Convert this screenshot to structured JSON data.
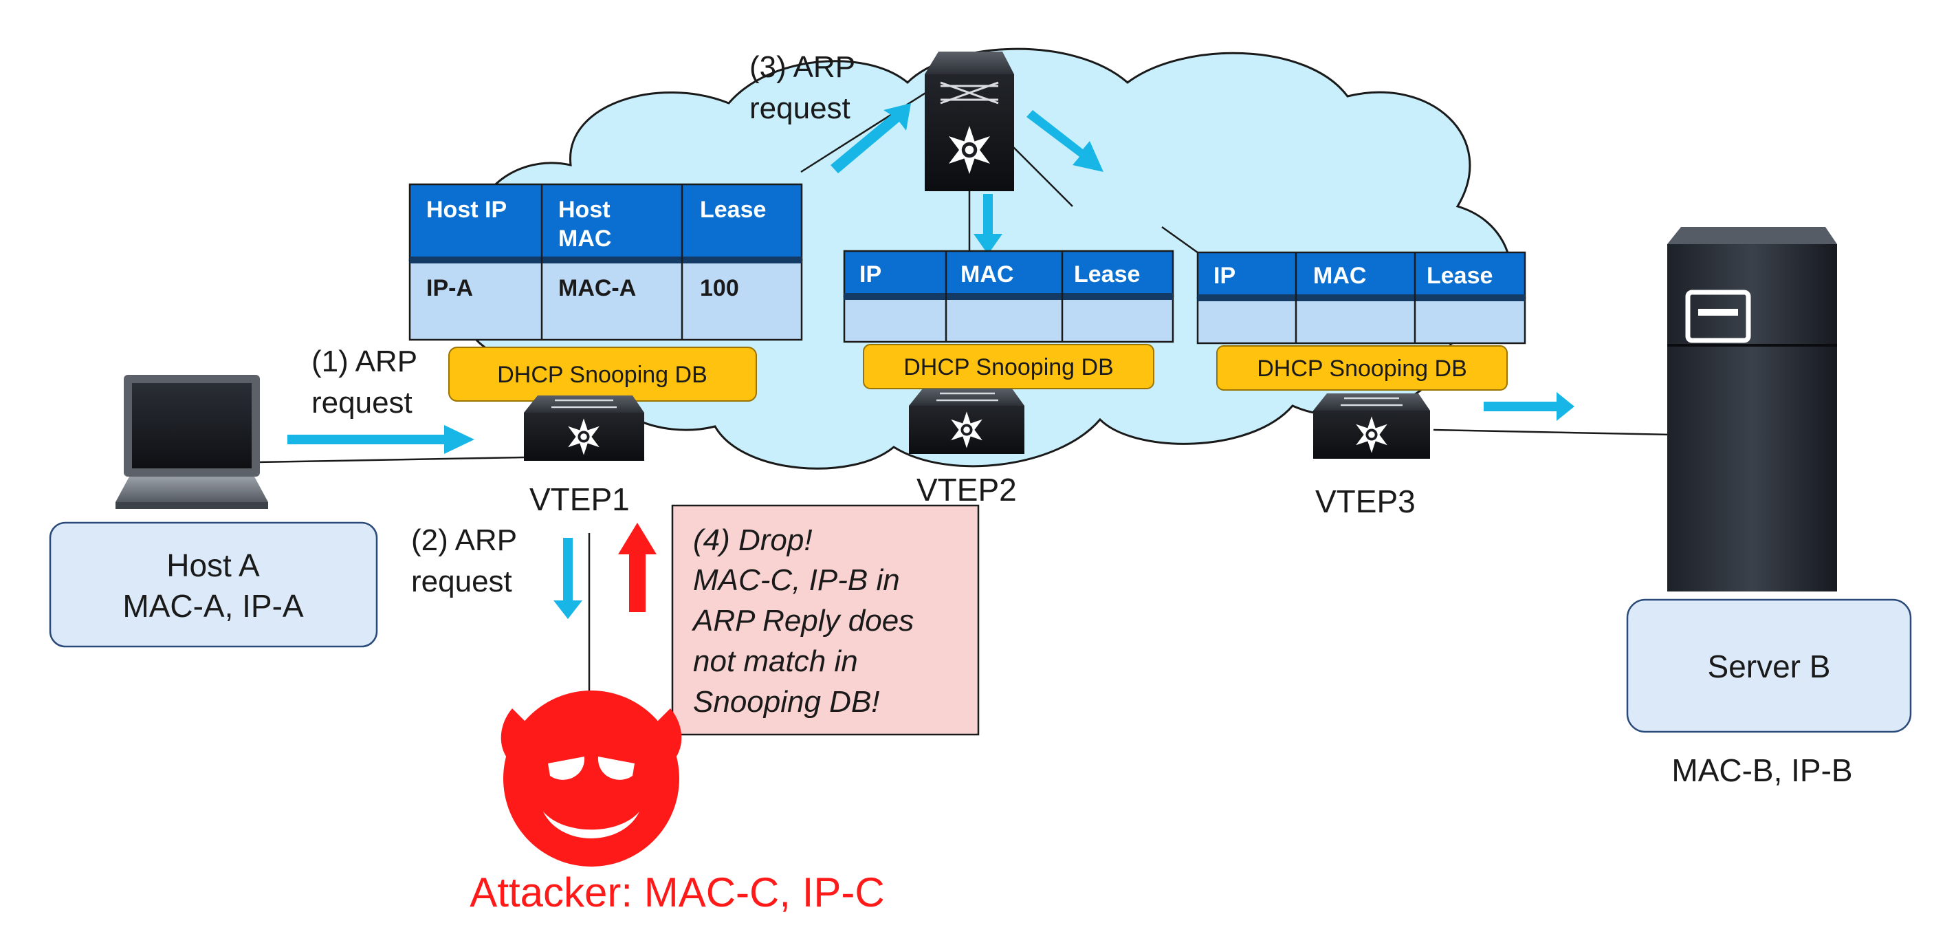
{
  "colors": {
    "cloud_fill": "#c8effb",
    "table_header": "#0a6fd1",
    "table_row": "#bcd9f5",
    "snoop_fill": "#ffc20e",
    "arrow": "#18b6e6",
    "attacker": "#ff1a1a",
    "host_box": "#dbe9f8",
    "drop_box": "#f8d3d1"
  },
  "icons": [
    "laptop-icon",
    "switch-icon",
    "spine-switch-icon",
    "server-icon",
    "devil-icon"
  ],
  "steps": {
    "s1": [
      "(1) ARP",
      "request"
    ],
    "s2": [
      "(2) ARP",
      "request"
    ],
    "s3": [
      "(3) ARP",
      "request"
    ]
  },
  "drop_note": [
    "(4) Drop!",
    "MAC-C, IP-B  in",
    "ARP Reply does",
    "not match in",
    "Snooping DB!"
  ],
  "vtep1": {
    "label": "VTEP1",
    "snoop": "DHCP Snooping DB",
    "table": {
      "h1": "Host IP",
      "h2a": "Host",
      "h2b": "MAC",
      "h3": "Lease",
      "r1": "IP-A",
      "r2": "MAC-A",
      "r3": "100"
    }
  },
  "vtep2": {
    "label": "VTEP2",
    "snoop": "DHCP Snooping DB",
    "table": {
      "h1": "IP",
      "h2": "MAC",
      "h3": "Lease"
    }
  },
  "vtep3": {
    "label": "VTEP3",
    "snoop": "DHCP Snooping DB",
    "table": {
      "h1": "IP",
      "h2": "MAC",
      "h3": "Lease"
    }
  },
  "host_a": {
    "line1": "Host A",
    "line2": "MAC-A, IP-A"
  },
  "server_b": {
    "name": "Server B",
    "addr": "MAC-B, IP-B"
  },
  "attacker": "Attacker: MAC-C, IP-C"
}
